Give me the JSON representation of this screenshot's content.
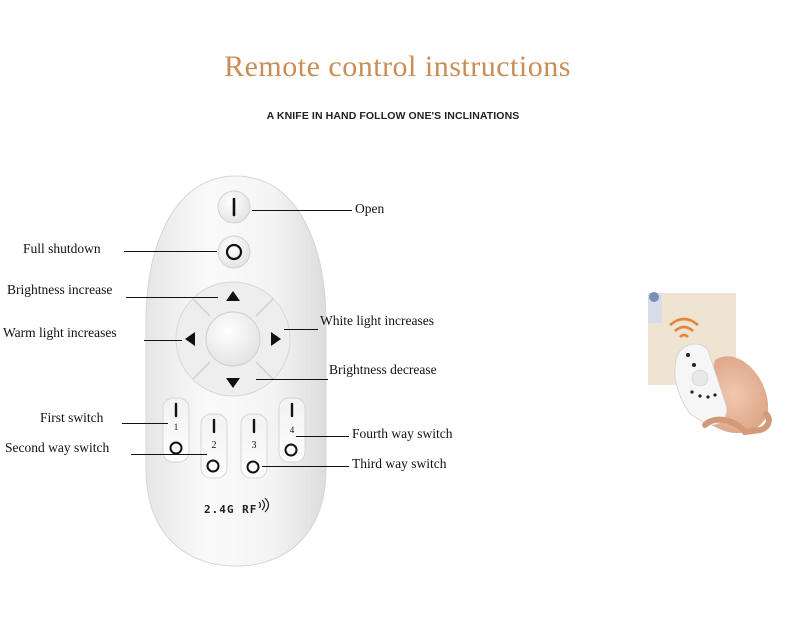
{
  "header": {
    "title": "Remote control instructions",
    "subtitle": "A KNIFE IN HAND FOLLOW ONE'S INCLINATIONS"
  },
  "remote": {
    "brand_text": "2.4G RF",
    "channel_numbers": [
      "1",
      "2",
      "3",
      "4"
    ]
  },
  "callouts": {
    "open": "Open",
    "full_shutdown": "Full shutdown",
    "brightness_increase": "Brightness increase",
    "warm_light_increases": "Warm light increases",
    "white_light_increases": "White light increases",
    "brightness_decrease": "Brightness decrease",
    "first_switch": "First switch",
    "second_way_switch": "Second way switch",
    "fourth_way_switch": "Fourth way switch",
    "third_way_switch": "Third way switch"
  },
  "colors": {
    "title": "#c98d55",
    "text": "#111111",
    "remote_body": "#f4f4f4"
  }
}
